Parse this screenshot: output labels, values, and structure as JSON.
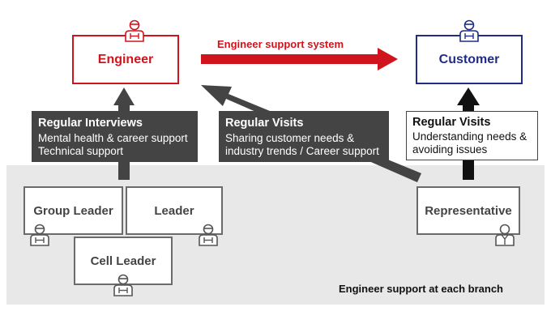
{
  "engineer": {
    "label": "Engineer"
  },
  "customer": {
    "label": "Customer"
  },
  "system": {
    "label": "Engineer support system"
  },
  "interviews": {
    "title": "Regular Interviews",
    "line1": "Mental health & career support",
    "line2": "Technical support"
  },
  "visits": {
    "title": "Regular Visits",
    "line1": "Sharing customer needs &",
    "line2": "industry trends / Career support"
  },
  "rep_visits": {
    "title": "Regular Visits",
    "line1": "Understanding needs &",
    "line2": "avoiding issues"
  },
  "staff": {
    "group_leader": "Group Leader",
    "leader": "Leader",
    "cell_leader": "Cell Leader",
    "representative": "Representative"
  },
  "branch": {
    "label": "Engineer support at each branch"
  },
  "colors": {
    "red": "#d0141d",
    "navy": "#1f2e84",
    "dark": "#444444",
    "gray_bg": "#e8e8e8"
  }
}
